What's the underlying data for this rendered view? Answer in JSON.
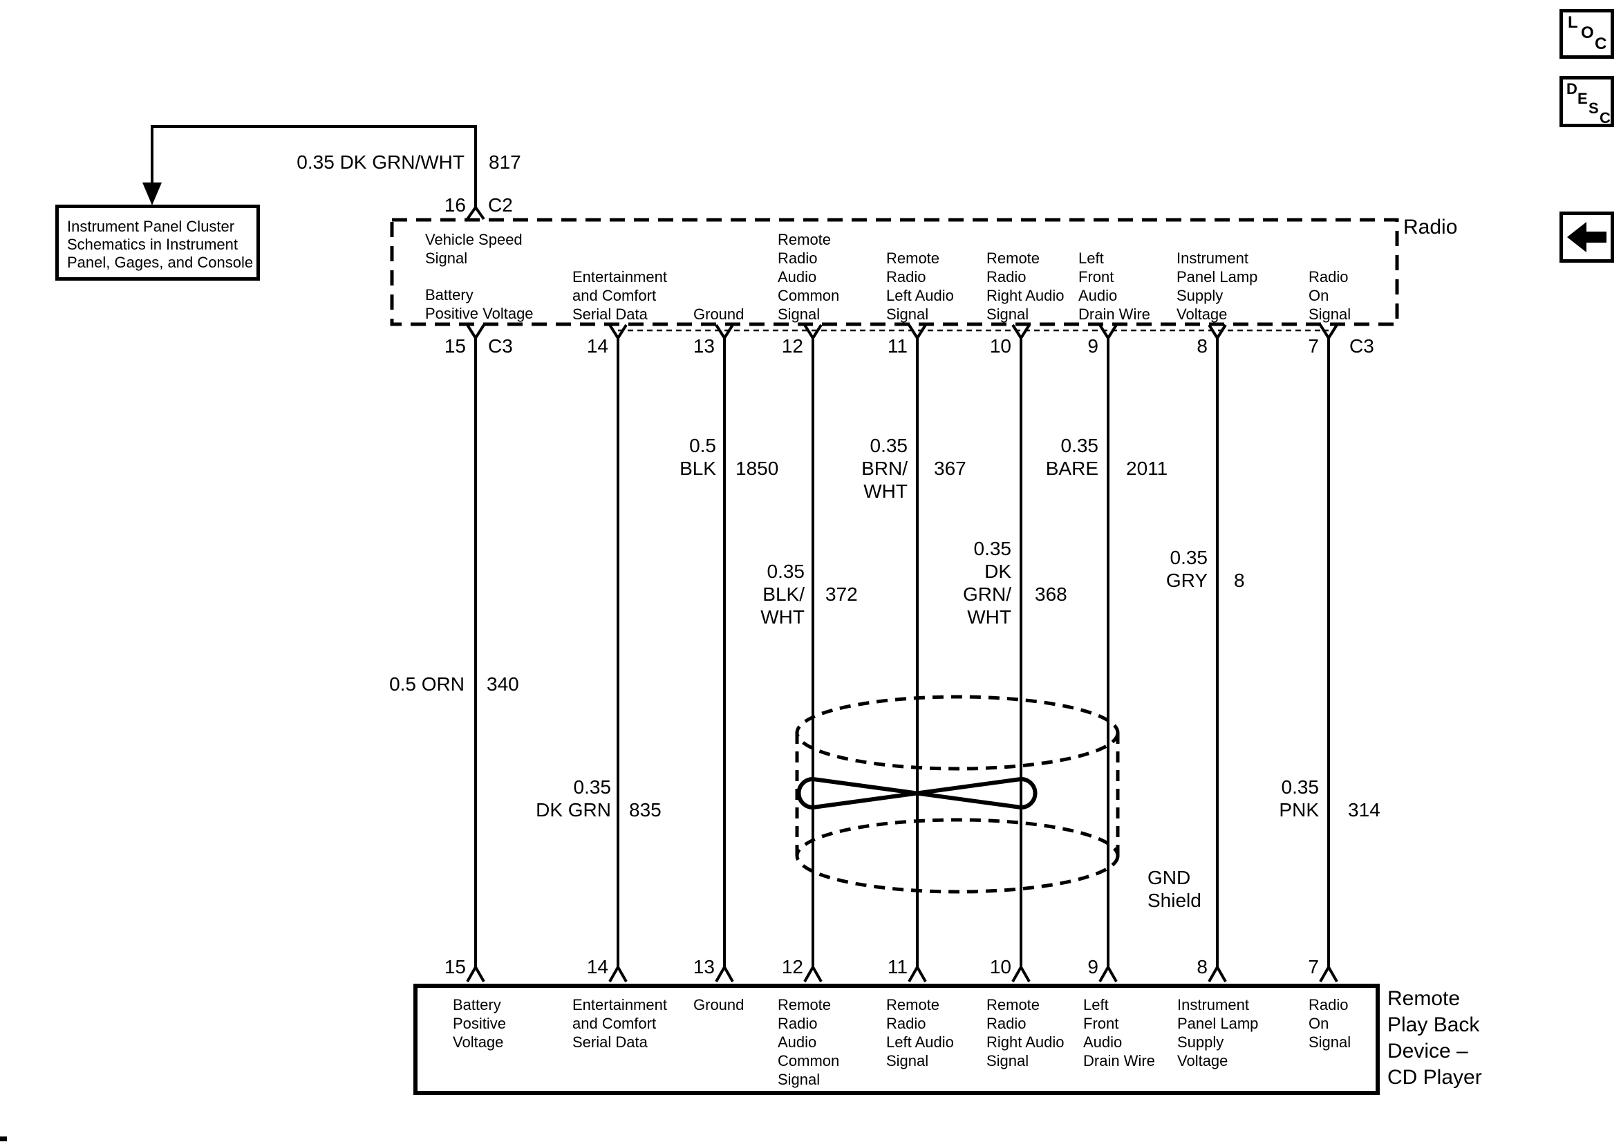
{
  "radio": {
    "label": "Radio",
    "pin16": {
      "number": "16",
      "connector": "C2",
      "function": [
        "Vehicle Speed",
        "Signal"
      ]
    },
    "pins": [
      {
        "number": "15",
        "connector": "C3",
        "function": [
          "Battery",
          "Positive Voltage"
        ]
      },
      {
        "number": "14",
        "function": [
          "Entertainment",
          "and Comfort",
          "Serial Data"
        ]
      },
      {
        "number": "13",
        "function": [
          "Ground"
        ]
      },
      {
        "number": "12",
        "function": [
          "Remote",
          "Radio",
          "Audio",
          "Common",
          "Signal"
        ]
      },
      {
        "number": "11",
        "function": [
          "Remote",
          "Radio",
          "Left Audio",
          "Signal"
        ]
      },
      {
        "number": "10",
        "function": [
          "Remote",
          "Radio",
          "Right Audio",
          "Signal"
        ]
      },
      {
        "number": "9",
        "function": [
          "Left",
          "Front",
          "Audio",
          "Drain Wire"
        ]
      },
      {
        "number": "8",
        "function": [
          "Instrument",
          "Panel Lamp",
          "Supply",
          "Voltage"
        ]
      },
      {
        "number": "7",
        "connector": "C3",
        "function": [
          "Radio",
          "On",
          "Signal"
        ]
      }
    ]
  },
  "device": {
    "label": [
      "Remote",
      "Play Back",
      "Device –",
      "CD Player"
    ],
    "pins": [
      {
        "number": "15",
        "function": [
          "Battery",
          "Positive",
          "Voltage"
        ]
      },
      {
        "number": "14",
        "function": [
          "Entertainment",
          "and Comfort",
          "Serial Data"
        ]
      },
      {
        "number": "13",
        "function": [
          "Ground"
        ]
      },
      {
        "number": "12",
        "function": [
          "Remote",
          "Radio",
          "Audio",
          "Common",
          "Signal"
        ]
      },
      {
        "number": "11",
        "function": [
          "Remote",
          "Radio",
          "Left Audio",
          "Signal"
        ]
      },
      {
        "number": "10",
        "function": [
          "Remote",
          "Radio",
          "Right Audio",
          "Signal"
        ]
      },
      {
        "number": "9",
        "function": [
          "Left",
          "Front",
          "Audio",
          "Drain Wire"
        ]
      },
      {
        "number": "8",
        "function": [
          "Instrument",
          "Panel Lamp",
          "Supply",
          "Voltage"
        ]
      },
      {
        "number": "7",
        "function": [
          "Radio",
          "On",
          "Signal"
        ]
      }
    ]
  },
  "wires": [
    {
      "pin": "15",
      "lines": [
        "0.5 ORN"
      ],
      "circuit": "340"
    },
    {
      "pin": "14",
      "lines": [
        "0.35",
        "DK GRN"
      ],
      "circuit": "835"
    },
    {
      "pin": "13",
      "lines": [
        "0.5",
        "BLK"
      ],
      "circuit": "1850"
    },
    {
      "pin": "12",
      "lines": [
        "0.35",
        "BLK/",
        "WHT"
      ],
      "circuit": "372"
    },
    {
      "pin": "11",
      "lines": [
        "0.35",
        "BRN/",
        "WHT"
      ],
      "circuit": "367"
    },
    {
      "pin": "10",
      "lines": [
        "0.35",
        "DK",
        "GRN/",
        "WHT"
      ],
      "circuit": "368"
    },
    {
      "pin": "9",
      "lines": [
        "0.35",
        "BARE"
      ],
      "circuit": "2011"
    },
    {
      "pin": "8",
      "lines": [
        "0.35",
        "GRY"
      ],
      "circuit": "8"
    },
    {
      "pin": "7",
      "lines": [
        "0.35",
        "PNK"
      ],
      "circuit": "314"
    }
  ],
  "reference": {
    "box_lines": [
      "Instrument Panel Cluster",
      "Schematics in Instrument",
      "Panel, Gages, and Console"
    ],
    "wire_label": "0.35 DK GRN/WHT",
    "circuit": "817"
  },
  "shield": {
    "lines": [
      "GND",
      "Shield"
    ]
  },
  "controls": {
    "loc_letters": [
      "L",
      "O",
      "C"
    ],
    "desc_letters": [
      "D",
      "E",
      "S",
      "C"
    ]
  },
  "colors": {
    "line": "#000000",
    "background": "#ffffff"
  }
}
